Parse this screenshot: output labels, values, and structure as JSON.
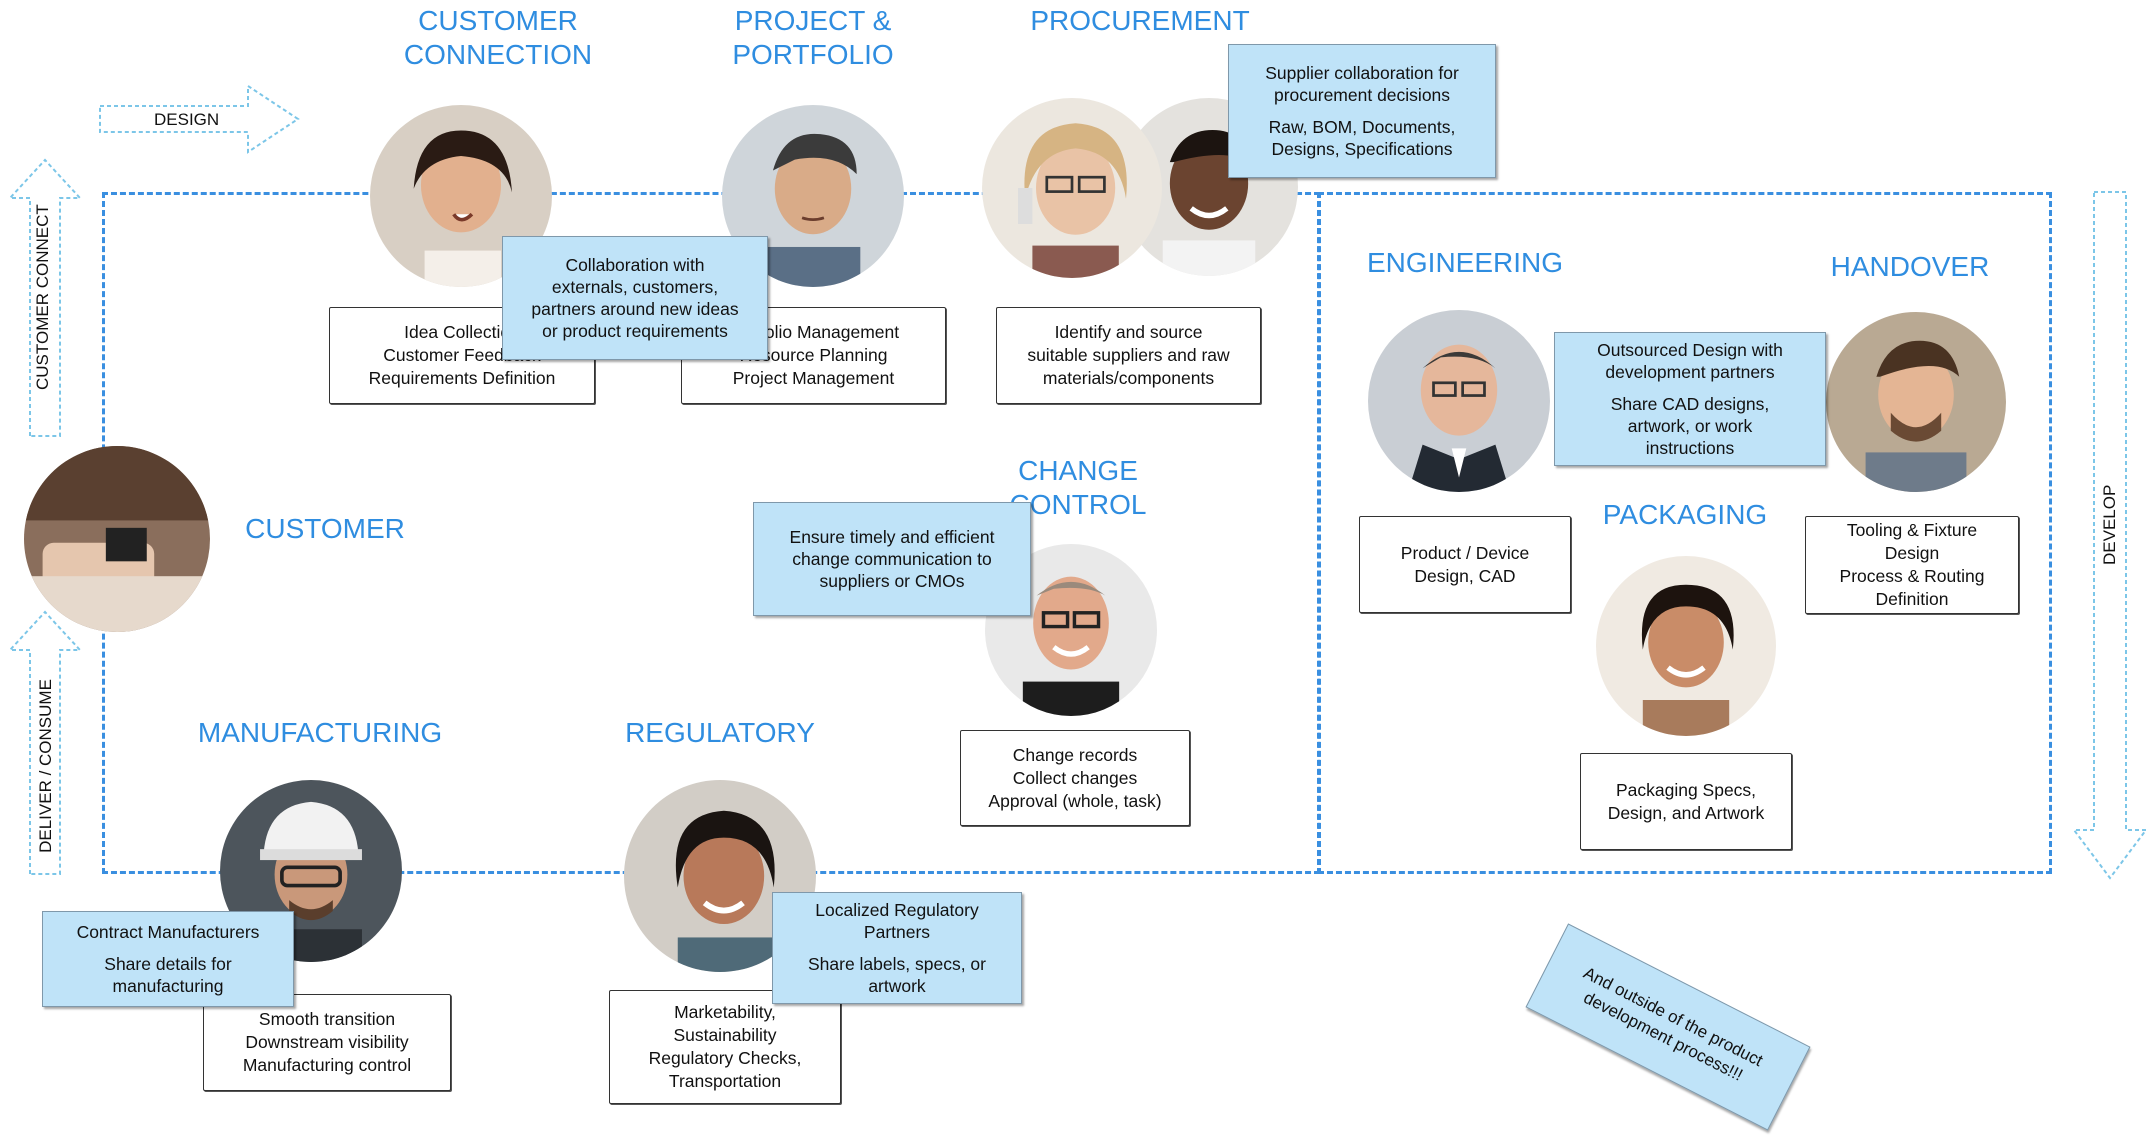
{
  "flow": {
    "design_label": "DESIGN",
    "customer_connect_label": "CUSTOMER CONNECT",
    "deliver_consume_label": "DELIVER / CONSUME",
    "develop_label": "DEVELOP"
  },
  "headings": {
    "customer_connection": [
      "CUSTOMER",
      "CONNECTION"
    ],
    "project_portfolio": [
      "PROJECT &",
      "PORTFOLIO"
    ],
    "procurement": "PROCUREMENT",
    "customer": "CUSTOMER",
    "change_control": [
      "CHANGE",
      "CONTROL"
    ],
    "engineering": "ENGINEERING",
    "handover": "HANDOVER",
    "packaging": "PACKAGING",
    "manufacturing": "MANUFACTURING",
    "regulatory": "REGULATORY"
  },
  "boxes": {
    "customer_connection": [
      "Idea Collection",
      "Customer Feedback",
      "Requirements Definition"
    ],
    "project_portfolio": [
      "Portfolio Management",
      "Resource Planning",
      "Project Management"
    ],
    "procurement": [
      "Identify and source",
      "suitable suppliers and raw",
      "materials/components"
    ],
    "change_control": [
      "Change records",
      "Collect changes",
      "Approval (whole, task)"
    ],
    "engineering": [
      "Product / Device",
      "Design, CAD"
    ],
    "handover": [
      "Tooling & Fixture",
      "Design",
      "Process & Routing",
      "Definition"
    ],
    "packaging": [
      "Packaging Specs,",
      "Design, and Artwork"
    ],
    "manufacturing": [
      "Smooth transition",
      "Downstream visibility",
      "Manufacturing control"
    ],
    "regulatory": [
      "Marketability,",
      "Sustainability",
      "Regulatory Checks,",
      "Transportation"
    ]
  },
  "notes": {
    "collaboration": [
      "Collaboration with",
      "externals, customers,",
      "partners around new ideas",
      "or product requirements"
    ],
    "supplier_1": [
      "Supplier collaboration for",
      "procurement decisions"
    ],
    "supplier_2": [
      "Raw, BOM, Documents,",
      "Designs, Specifications"
    ],
    "change_comm": [
      "Ensure timely and efficient",
      "change communication to",
      "suppliers or CMOs"
    ],
    "outsourced_1": [
      "Outsourced Design with",
      "development partners"
    ],
    "outsourced_2": [
      "Share CAD designs,",
      "artwork, or work",
      "instructions"
    ],
    "contract_1": [
      "Contract Manufacturers"
    ],
    "contract_2": [
      "Share details for",
      "manufacturing"
    ],
    "regulatory_1": [
      "Localized Regulatory",
      "Partners"
    ],
    "regulatory_2": [
      "Share labels, specs, or",
      "artwork"
    ],
    "outside": [
      "And outside of the product",
      "development process!!!"
    ]
  },
  "colors": {
    "accent_blue": "#2f8de0",
    "note_fill": "#bfe3f8",
    "arrow_stroke": "#7cc6e8"
  }
}
